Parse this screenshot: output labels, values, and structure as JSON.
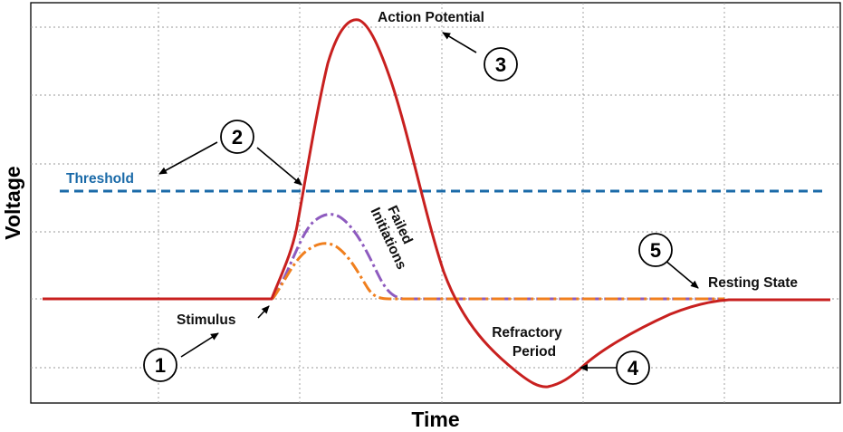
{
  "axes": {
    "x_label": "Time",
    "y_label": "Voltage"
  },
  "colors": {
    "action_potential": "#c8201f",
    "threshold": "#1a6aa8",
    "failed_1": "#8e5bbf",
    "failed_2": "#f07f1e",
    "grid": "#9a9a9a",
    "text": "#111111"
  },
  "annotations": {
    "action_potential": "Action Potential",
    "threshold": "Threshold",
    "failed_line1": "Failed",
    "failed_line2": "Initiations",
    "stimulus": "Stimulus",
    "refractory_line1": "Refractory",
    "refractory_line2": "Period",
    "resting_state": "Resting State"
  },
  "markers": [
    "1",
    "2",
    "3",
    "4",
    "5"
  ]
}
